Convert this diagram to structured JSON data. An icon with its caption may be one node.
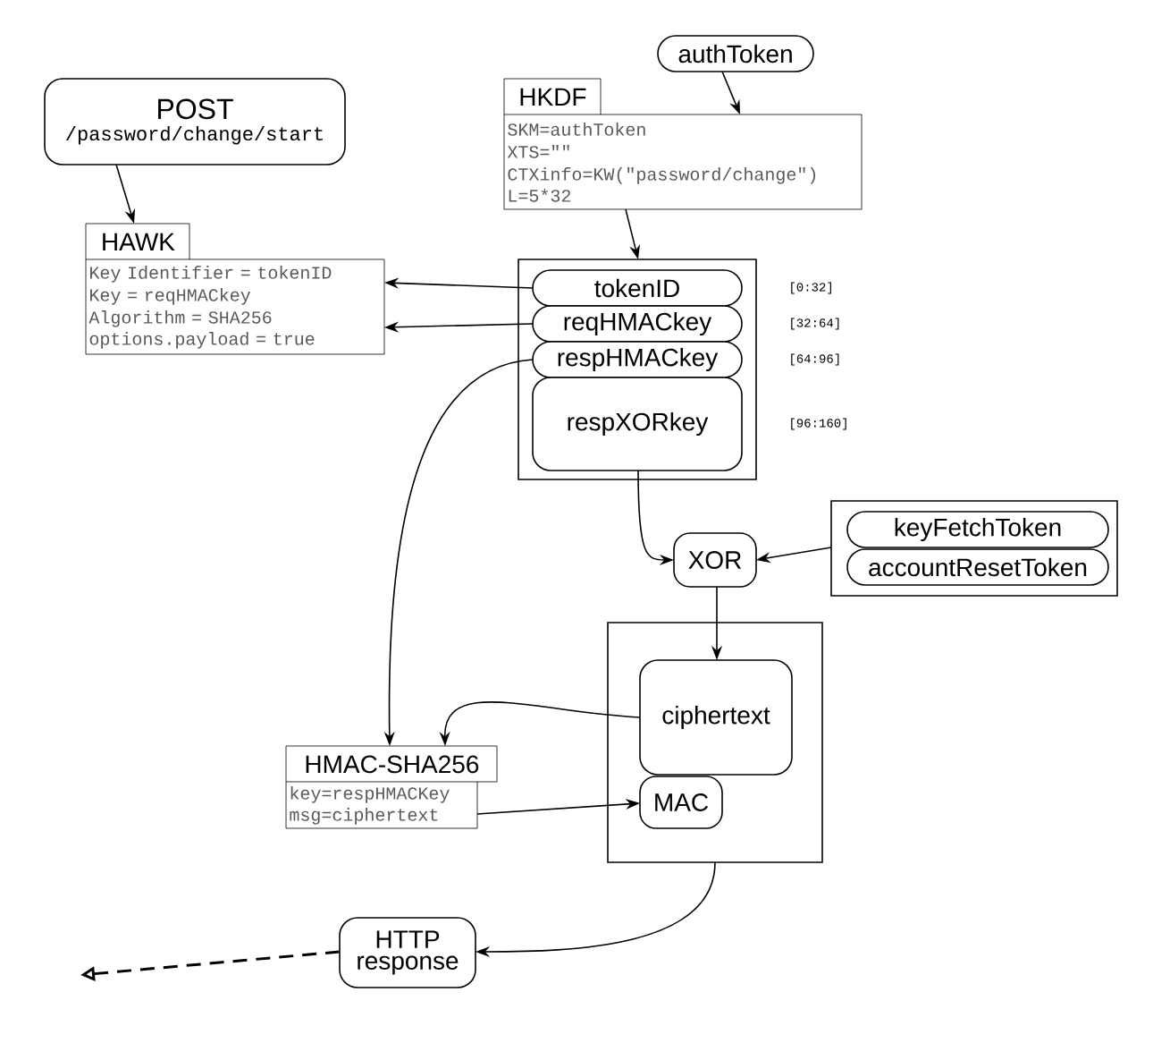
{
  "diagram": {
    "nodes": [
      {
        "text": [
          "POST",
          "/password/change/start"
        ]
      },
      {
        "text": [
          "HAWK",
          "Key Identifier = tokenID",
          "Key = reqHMACkey",
          "Algorithm = SHA256",
          "options.payload = true"
        ]
      },
      {
        "text": [
          "authToken"
        ]
      },
      {
        "text": [
          "HKDF",
          "SKM=authToken",
          "XTS=\"\"",
          "CTXinfo=KW(\"password/change\")",
          "L=5*32"
        ]
      },
      {
        "text": [],
        "shape": "box"
      },
      {
        "text": [
          "tokenID"
        ],
        "in": 4,
        "beside": [
          "[0:32]"
        ]
      },
      {
        "text": [
          "reqHMACkey"
        ],
        "in": 4,
        "beside": [
          "[32:64]"
        ]
      },
      {
        "text": [
          "respHMACkey"
        ],
        "in": 4,
        "beside": [
          "[64:96]"
        ]
      },
      {
        "text": [
          "respXORkey"
        ],
        "in": 4,
        "beside": [
          "[96:160]"
        ]
      },
      {
        "text": [
          "XOR"
        ]
      },
      {
        "text": [],
        "shape": "box"
      },
      {
        "text": [
          "keyFetchToken"
        ],
        "in": 10
      },
      {
        "text": [
          "accountResetToken"
        ],
        "in": 10
      },
      {
        "text": [],
        "shape": "box"
      },
      {
        "text": [
          "ciphertext"
        ],
        "in": 13
      },
      {
        "text": [
          "MAC"
        ],
        "in": 13
      },
      {
        "text": [
          "HMAC-SHA256",
          "key=respHMACKey",
          "msg=ciphertext"
        ]
      },
      {
        "text": [
          "HTTP response"
        ]
      }
    ],
    "edges": [
      {
        "from": 0,
        "to": 1,
        "arrow": "to"
      },
      {
        "from": 2,
        "to": 3,
        "arrow": "to"
      },
      {
        "from": 3,
        "to": 4,
        "arrow": "to"
      },
      {
        "from": 5,
        "to": 1,
        "arrow": "to"
      },
      {
        "from": 6,
        "to": 1,
        "arrow": "to"
      },
      {
        "from": 7,
        "to": 16,
        "arrow": "to"
      },
      {
        "from": 8,
        "to": 9,
        "arrow": "to"
      },
      {
        "from": 10,
        "to": 9,
        "arrow": "to"
      },
      {
        "from": 9,
        "to": 14,
        "arrow": "to"
      },
      {
        "from": 14,
        "to": 16,
        "arrow": "to"
      },
      {
        "from": 16,
        "to": 15,
        "arrow": "to"
      },
      {
        "from": 13,
        "to": 17,
        "arrow": "to"
      },
      {
        "from": 17,
        "to": null,
        "arrow": "to",
        "style": "dashed"
      }
    ]
  }
}
